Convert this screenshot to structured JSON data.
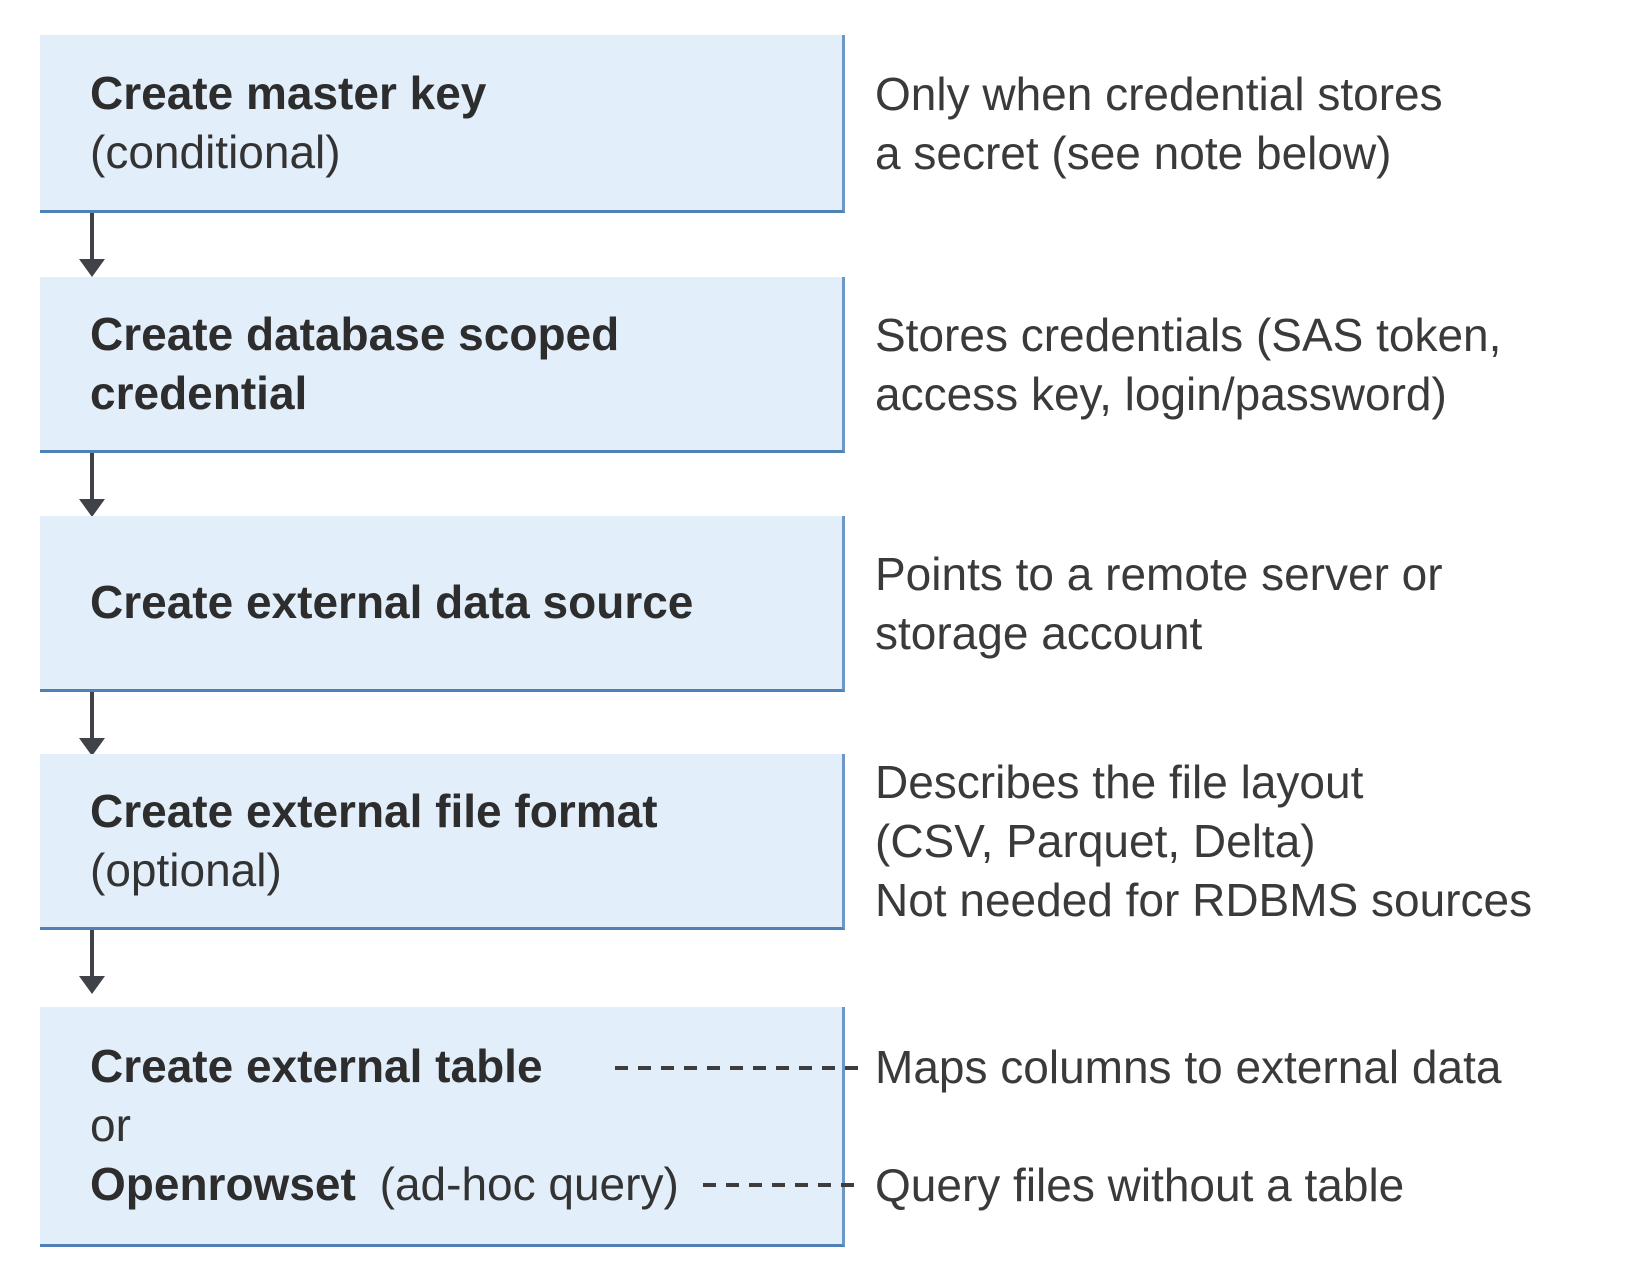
{
  "colors": {
    "box_fill": "#e3eefb",
    "box_border": "#4f81b6",
    "arrow": "#3f4247",
    "text": "#333333"
  },
  "steps": [
    {
      "title": "Create master key",
      "subtitle": "(conditional)",
      "desc_lines": [
        "Only when credential stores",
        "a secret (see note below)"
      ]
    },
    {
      "title_lines": [
        "Create database scoped",
        "credential"
      ],
      "desc_lines": [
        "Stores credentials (SAS token,",
        "access key, login/password)"
      ]
    },
    {
      "title": "Create external data source",
      "desc_lines": [
        "Points to a remote server or",
        "storage account"
      ]
    },
    {
      "title": "Create external file format",
      "subtitle": "(optional)",
      "desc_lines": [
        "Describes the file layout",
        "(CSV, Parquet, Delta)",
        "Not needed for RDBMS sources"
      ]
    },
    {
      "option1_title": "Create external table",
      "or_label": "or",
      "option2_title": "Openrowset",
      "option2_suffix": "(ad-hoc query)",
      "option1_desc": "Maps columns to external data",
      "option2_desc": "Query files without a table"
    }
  ]
}
